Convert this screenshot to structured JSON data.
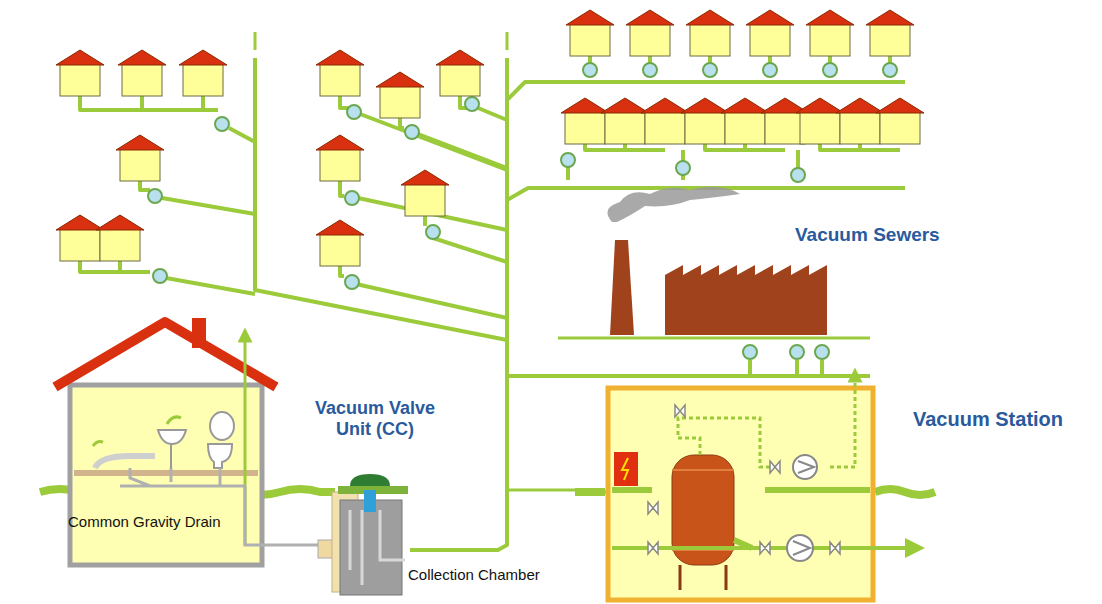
{
  "diagram": {
    "labels": [
      "Vacuum Sewers",
      "Vacuum Valve Unit (CC)",
      "Vacuum Station",
      "Common Gravity Drain",
      "Collection Chamber"
    ]
  }
}
